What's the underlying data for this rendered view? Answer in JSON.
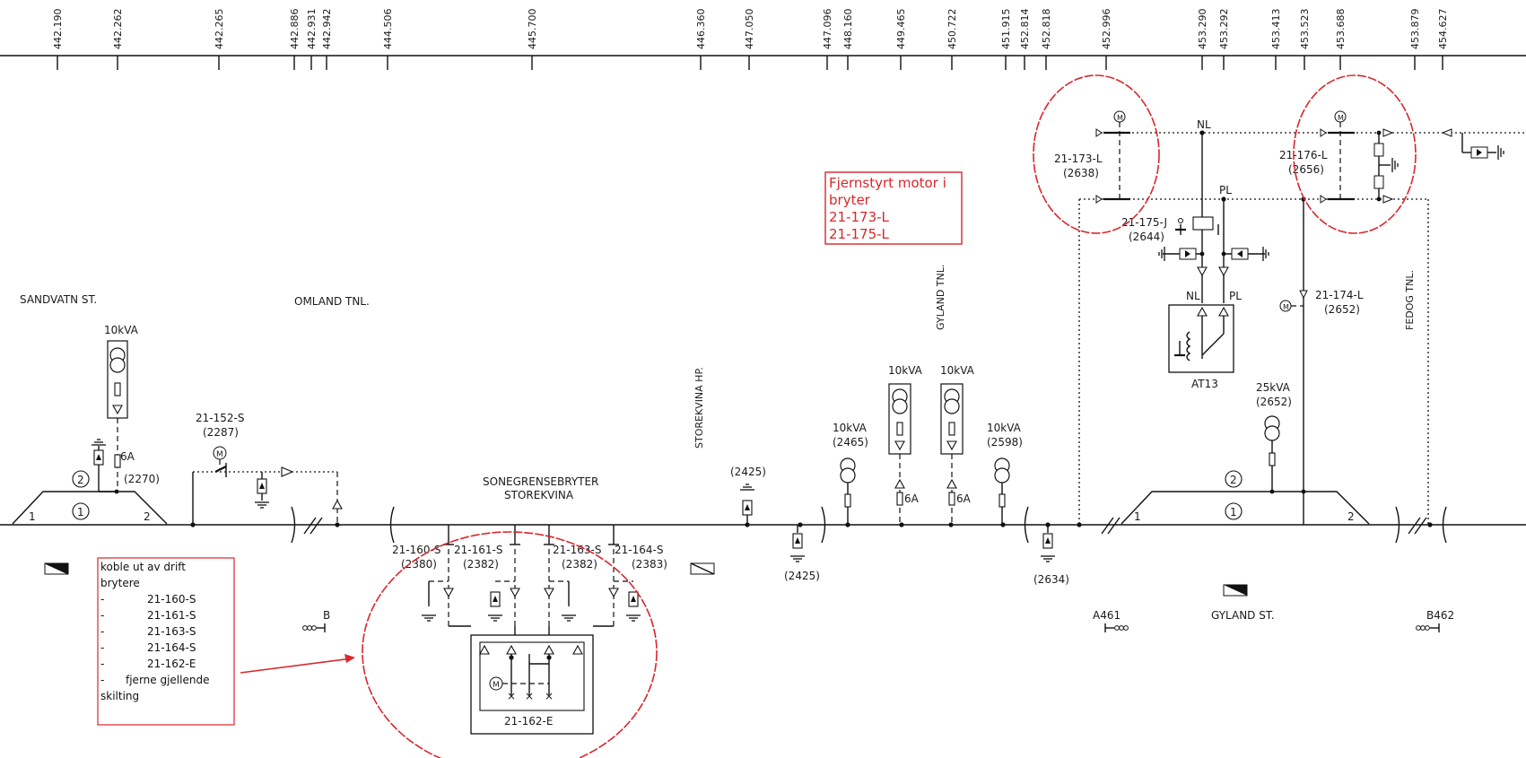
{
  "km_marks": [
    "442.190",
    "442.262",
    "442.265",
    "442.886",
    "442.931",
    "442.942",
    "444.506",
    "445.700",
    "446.360",
    "447.050",
    "447.096",
    "448.160",
    "449.465",
    "450.722",
    "451.915",
    "452.814",
    "452.818",
    "452.996",
    "453.290",
    "453.292",
    "453.413",
    "453.523",
    "453.688",
    "453.879",
    "454.627"
  ],
  "labels": {
    "sandvatn": "SANDVATN ST.",
    "omland": "OMLAND TNL.",
    "storekvina_hp": "STOREKVINA HP.",
    "sonegrense_1": "SONEGRENSEBRYTER",
    "sonegrense_2": "STOREKVINA",
    "gyland_tnl": "GYLAND TNL.",
    "fedog_tnl": "FEDOG TNL.",
    "gyland_st": "GYLAND ST.",
    "a461": "A461",
    "b462": "B462",
    "b": "B",
    "nl_top": "NL",
    "pl_top": "PL",
    "nl_at": "NL",
    "pl_at": "PL",
    "at13": "AT13"
  },
  "transformers": {
    "t1_rating": "10kVA",
    "t1_fuse": "6A",
    "t1_id": "(2270)",
    "t2_rating": "10kVA",
    "t2_id": "(2465)",
    "t3_rating": "10kVA",
    "t3_fuse": "6A",
    "t4_rating": "10kVA",
    "t4_fuse": "6A",
    "t5_rating": "10kVA",
    "t5_id": "(2598)",
    "t6_rating": "25kVA",
    "t6_id": "(2652)"
  },
  "switches": {
    "s152": "21-152-S",
    "s152_id": "(2287)",
    "s160": "21-160-S",
    "s160_id": "(2380)",
    "s161": "21-161-S",
    "s161_id": "(2382)",
    "s163": "21-163-S",
    "s163_id": "(2382)",
    "s164": "21-164-S",
    "s164_id": "(2383)",
    "e162": "21-162-E",
    "l173": "21-173-L",
    "l173_id": "(2638)",
    "j175": "21-175-J",
    "j175_id": "(2644)",
    "l176": "21-176-L",
    "l176_id": "(2656)",
    "l174": "21-174-L",
    "l174_id": "(2652)"
  },
  "ids": {
    "g2425_top": "(2425)",
    "g2425_bottom": "(2425)",
    "g2634": "(2634)"
  },
  "platform_numbers": {
    "p1_track1": "1",
    "p1_circle1": "1",
    "p1_track2": "2",
    "p1_circle2": "2",
    "p2_track1": "1",
    "p2_circle1": "1",
    "p2_track2": "2",
    "p2_circle2": "2"
  },
  "motor_symbol": "M",
  "annotations": {
    "note_remote": [
      "Fjernstyrt motor i",
      "bryter",
      "21-173-L",
      "21-175-L"
    ],
    "note_decommission": {
      "heading": [
        "koble ut av drift",
        "brytere"
      ],
      "items": [
        "21-160-S",
        "21-161-S",
        "21-163-S",
        "21-164-S",
        "21-162-E"
      ],
      "dash": "-",
      "tail_1": "fjerne gjellende",
      "tail_2": "skilting"
    }
  },
  "colors": {
    "annotation": "#d9262b",
    "line": "#111111",
    "background": "#ffffff"
  }
}
